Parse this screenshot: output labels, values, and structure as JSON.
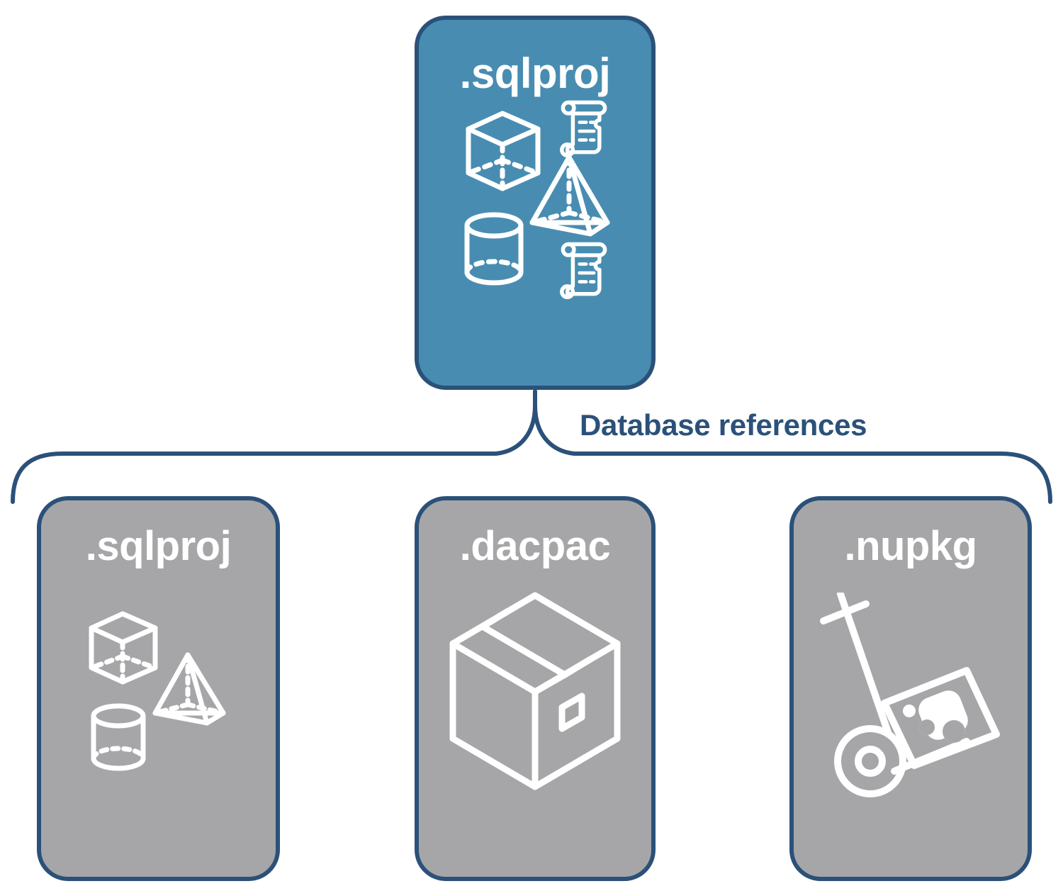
{
  "diagram": {
    "title_text": "Database references",
    "colors": {
      "primary_card_fill": "#488db1",
      "secondary_card_fill": "#a6a6a8",
      "border": "#2b5179",
      "label_text": "#2b5179",
      "card_text": "#ffffff",
      "background": "#ffffff"
    },
    "parent": {
      "label": ".sqlproj",
      "icons": [
        "cube-icon",
        "pyramid-icon",
        "cylinder-icon",
        "scroll-icon",
        "scroll-icon"
      ]
    },
    "connector": {
      "label": "Database references",
      "style": "curly-brace"
    },
    "children": [
      {
        "label": ".sqlproj",
        "icons": [
          "cube-icon",
          "pyramid-icon",
          "cylinder-icon"
        ]
      },
      {
        "label": ".dacpac",
        "icons": [
          "shipping-box-icon"
        ]
      },
      {
        "label": ".nupkg",
        "icons": [
          "hand-truck-icon",
          "nuget-package-icon"
        ]
      }
    ]
  }
}
